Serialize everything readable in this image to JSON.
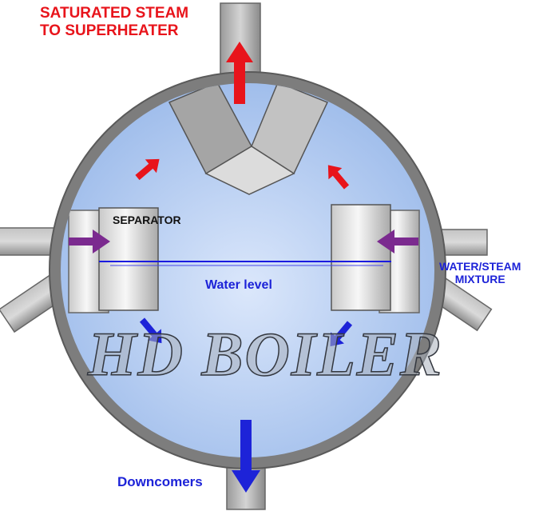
{
  "labels": {
    "steam_line1": "SATURATED STEAM",
    "steam_line2": "TO SUPERHEATER",
    "separator": "SEPARATOR",
    "mixture_line1": "WATER/STEAM",
    "mixture_line2": "MIXTURE",
    "water_level": "Water level",
    "downcomers": "Downcomers"
  },
  "watermark": "HD BOILER",
  "colors": {
    "steam_arrow": "#e8141b",
    "water_arrow": "#1d23d8",
    "mixture_arrow": "#7b2a8f",
    "shell": "#7d7d7d",
    "water_fill": "#aec8ef",
    "water_level_line": "#1a1ae0"
  }
}
